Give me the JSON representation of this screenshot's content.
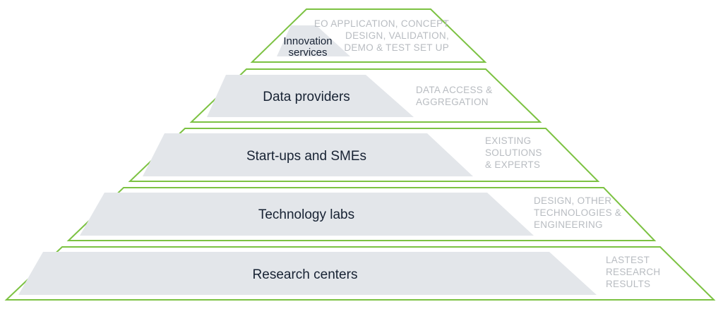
{
  "colors": {
    "outline": "#7cc242",
    "band": "#e3e6ea",
    "label": "#172233",
    "description": "#b8bcc1"
  },
  "tiers": [
    {
      "id": "innovation-services",
      "label_lines": [
        "Innovation",
        "services"
      ],
      "description_lines": [
        "EO APPLICATION, CONCEPT",
        "DESIGN, VALIDATION,",
        "DEMO & TEST SET UP"
      ]
    },
    {
      "id": "data-providers",
      "label_lines": [
        "Data providers"
      ],
      "description_lines": [
        "DATA ACCESS &",
        "AGGREGATION"
      ]
    },
    {
      "id": "start-ups-and-smes",
      "label_lines": [
        "Start-ups and SMEs"
      ],
      "description_lines": [
        "EXISTING",
        "SOLUTIONS",
        "& EXPERTS"
      ]
    },
    {
      "id": "technology-labs",
      "label_lines": [
        "Technology labs"
      ],
      "description_lines": [
        "DESIGN, OTHER",
        "TECHNOLOGIES &",
        "ENGINEERING"
      ]
    },
    {
      "id": "research-centers",
      "label_lines": [
        "Research centers"
      ],
      "description_lines": [
        "LASTEST",
        "RESEARCH",
        "RESULTS"
      ]
    }
  ]
}
